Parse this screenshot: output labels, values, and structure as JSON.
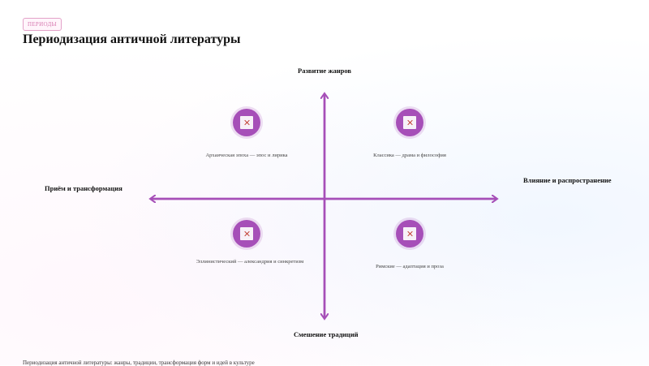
{
  "badge": "ПЕРИОДЫ",
  "title": "Периодизация античной литературы",
  "axes": {
    "top": "Развитие жанров",
    "bottom": "Смешение традиций",
    "left": "Приём и трансформация",
    "right": "Влияние и распространение"
  },
  "quadrants": [
    {
      "label": "Архаическая эпоха — эпос и лирика",
      "icon": "broken-image-icon"
    },
    {
      "label": "Классика — драма и философия",
      "icon": "broken-image-icon"
    },
    {
      "label": "Эллинистический — александрия и синкретизм",
      "icon": "broken-image-icon"
    },
    {
      "label": "Римские — адаптация и проза",
      "icon": "broken-image-icon"
    }
  ],
  "footer": "Периодизация античной литературы: жанры, традиции, трансформация форм и идей в культуре",
  "colors": {
    "axis": "#a64fb8",
    "icon": "#a64fb8",
    "badge": "#d77ab0"
  }
}
